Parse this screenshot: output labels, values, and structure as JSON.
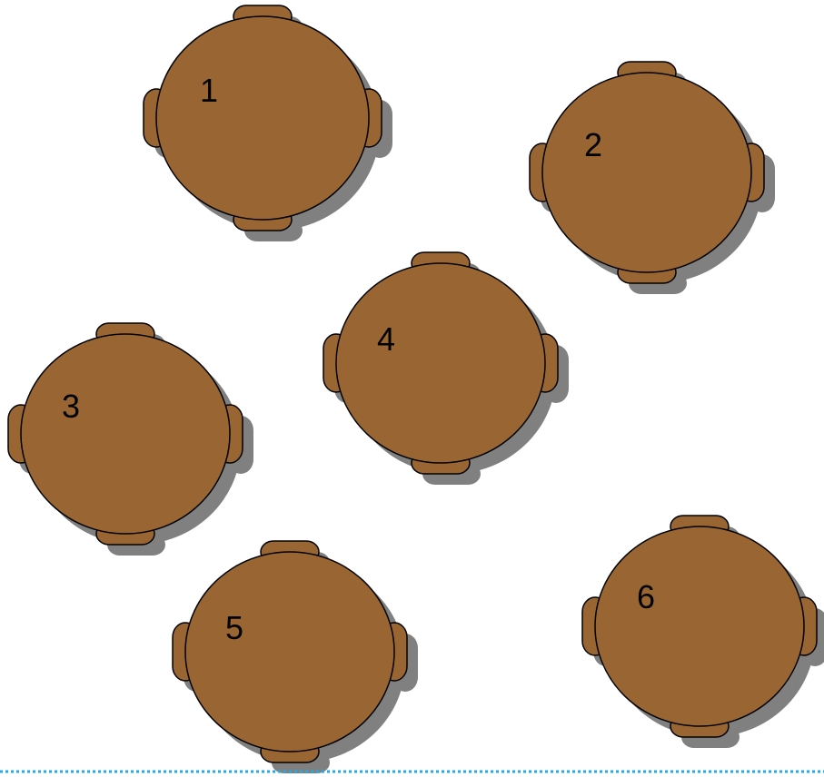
{
  "floor_plan": {
    "tables": [
      {
        "number": "1"
      },
      {
        "number": "2"
      },
      {
        "number": "3"
      },
      {
        "number": "4"
      },
      {
        "number": "5"
      },
      {
        "number": "6"
      }
    ]
  },
  "colors": {
    "table_fill": "#996633",
    "shadow": "#808080",
    "outline": "#000000",
    "divider": "#27a9e1"
  }
}
